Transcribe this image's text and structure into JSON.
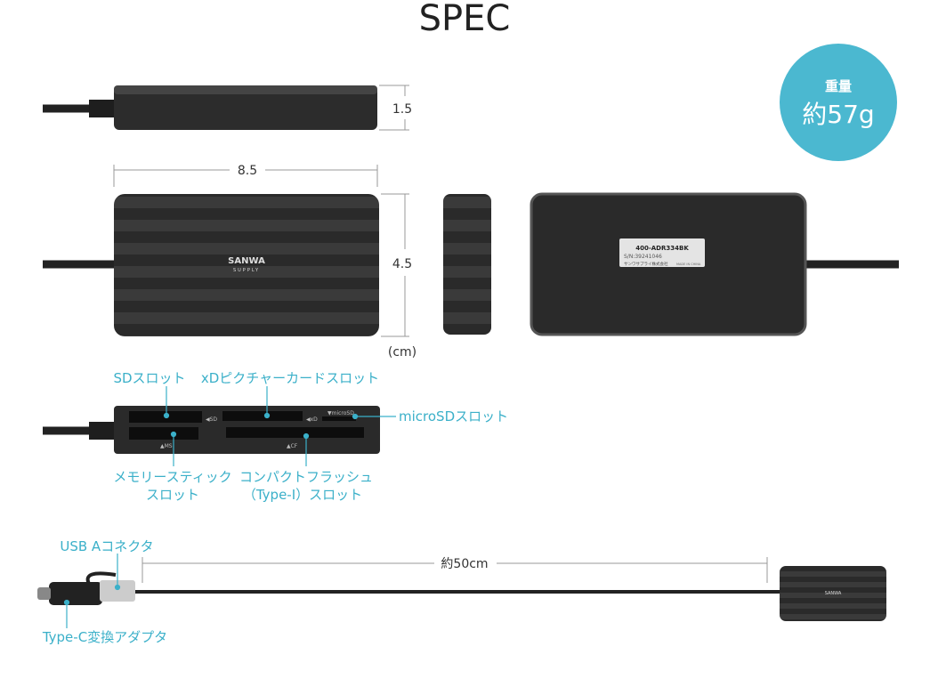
{
  "title": "SPEC",
  "accent": "#3bb0c9",
  "weight_badge": {
    "label": "重量",
    "value": "約57g"
  },
  "dimensions": {
    "thickness": "1.5",
    "width": "8.5",
    "depth": "4.5",
    "unit": "(cm)"
  },
  "device": {
    "brand": "SANWA",
    "brand_sub": "SUPPLY",
    "model": "400-ADR334BK",
    "serial": "S/N:39241046",
    "maker": "サンワサプライ株式会社",
    "origin": "MADE IN CHINA"
  },
  "slot_marks": {
    "sd": "◀SD",
    "xd": "◀xD",
    "microsd": "▼microSD",
    "ms": "▲MS",
    "cf": "▲CF"
  },
  "slots": {
    "sd": "SDスロット",
    "xd": "xDピクチャーカードスロット",
    "microsd": "microSDスロット",
    "ms_line1": "メモリースティック",
    "ms_line2": "スロット",
    "cf_line1": "コンパクトフラッシュ",
    "cf_line2": "（Type-I）スロット"
  },
  "cable": {
    "usb_a": "USB Aコネクタ",
    "length": "約50cm",
    "type_c": "Type-C変換アダプタ"
  }
}
